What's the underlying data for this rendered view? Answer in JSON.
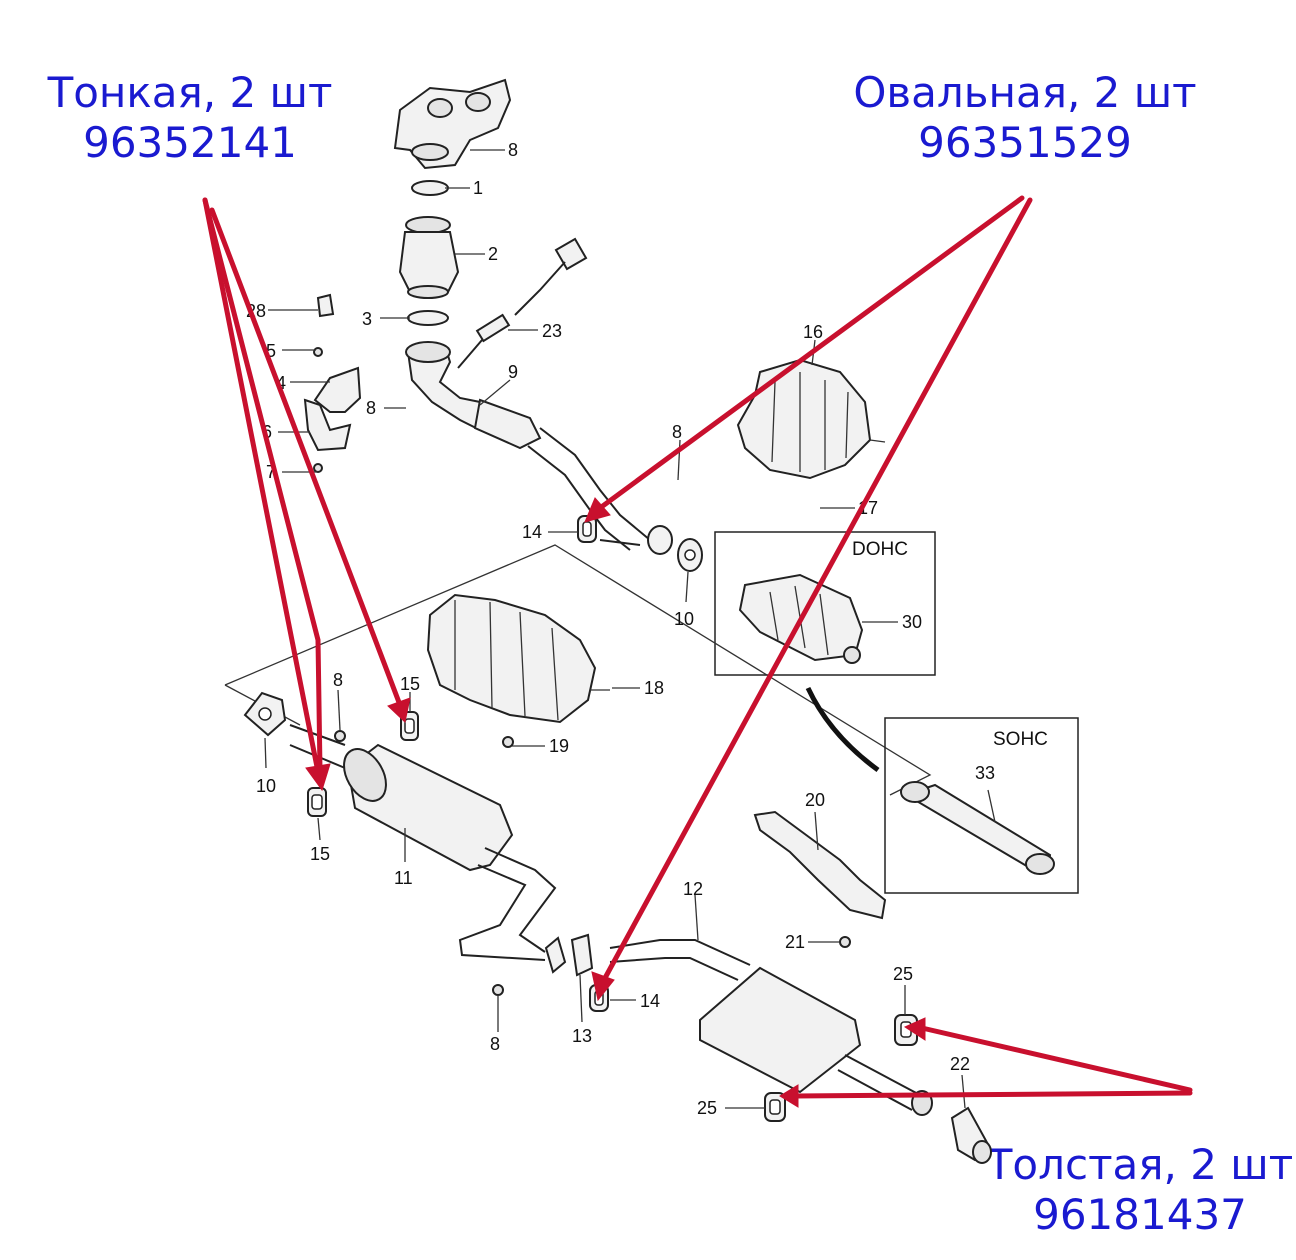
{
  "callouts": {
    "thin": {
      "name": "Тонкая, 2 шт",
      "code": "96352141"
    },
    "oval": {
      "name": "Овальная, 2 шт",
      "code": "96351529"
    },
    "thick": {
      "name": "Толстая, 2 шт",
      "code": "96181437"
    }
  },
  "boxes": {
    "dohc": "DOHC",
    "sohc": "SOHC"
  },
  "part_numbers": {
    "p1": "1",
    "p2": "2",
    "p3": "3",
    "p4": "4",
    "p5": "5",
    "p6": "6",
    "p7": "7",
    "p8a": "8",
    "p8b": "8",
    "p8c": "8",
    "p8d": "8",
    "p8e": "8",
    "p9": "9",
    "p10a": "10",
    "p10b": "10",
    "p11": "11",
    "p12": "12",
    "p13": "13",
    "p14a": "14",
    "p14b": "14",
    "p15a": "15",
    "p15b": "15",
    "p16": "16",
    "p17": "17",
    "p18": "18",
    "p19": "19",
    "p20": "20",
    "p21": "21",
    "p22": "22",
    "p23": "23",
    "p25a": "25",
    "p25b": "25",
    "p28": "28",
    "p30": "30",
    "p33": "33"
  },
  "colors": {
    "callout_text": "#1a1ad0",
    "arrow": "#c8102e",
    "line": "#222222"
  }
}
